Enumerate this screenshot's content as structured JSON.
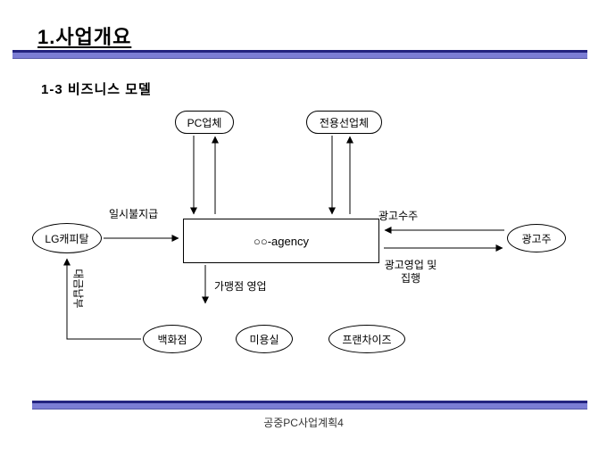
{
  "slide": {
    "title": "1.사업개요",
    "subtitle": "1-3 비즈니스 모델",
    "footer": "공중PC사업계획4"
  },
  "nodes": {
    "pc_company": {
      "label": "PC업체"
    },
    "line_company": {
      "label": "전용선업체"
    },
    "agency": {
      "label": "○○-agency"
    },
    "lg_capital": {
      "label": "LG캐피탈"
    },
    "advertiser": {
      "label": "광고주"
    },
    "dept_store": {
      "label": "백화점"
    },
    "beauty_salon": {
      "label": "미용실"
    },
    "franchise": {
      "label": "프랜차이즈"
    }
  },
  "edge_labels": {
    "lump_sum": "일시불지급",
    "ad_orders": "광고수주",
    "ad_sales_line1": "광고영업 및",
    "ad_sales_line2": "집행",
    "merchant_sales": "가맹점 영업",
    "payment": "대금납부"
  },
  "colors": {
    "bar_fill": "#7b7dd4",
    "bar_edge": "#23237f",
    "line": "#000000"
  }
}
